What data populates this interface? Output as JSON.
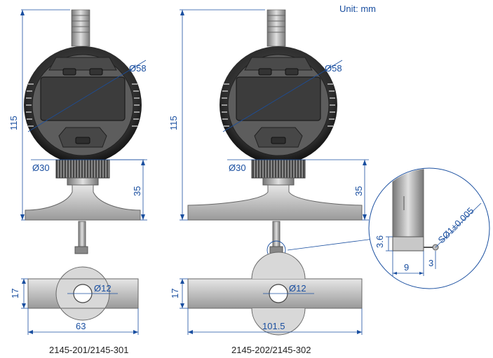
{
  "unit_label": "Unit: mm",
  "models": [
    {
      "caption": "2145-201/2145-301",
      "overall_height": "115",
      "dial_diameter": "Ø58",
      "stem_diameter": "Ø30",
      "base_height": "35",
      "base_thickness": "17",
      "hole_diameter": "Ø12",
      "base_width": "63"
    },
    {
      "caption": "2145-202/2145-302",
      "overall_height": "115",
      "dial_diameter": "Ø58",
      "stem_diameter": "Ø30",
      "base_height": "35",
      "base_thickness": "17",
      "hole_diameter": "Ø12",
      "base_width": "101.5"
    }
  ],
  "detail": {
    "tip_height": "3.6",
    "ball_radius": "SØ1±0.005",
    "tip_width": "9",
    "ball_offset": "3"
  },
  "colors": {
    "dimension": "#1a4fa0",
    "body_dark": "#3a3a3a",
    "body_mid": "#8a8a8a",
    "body_light": "#d0d0d0"
  }
}
